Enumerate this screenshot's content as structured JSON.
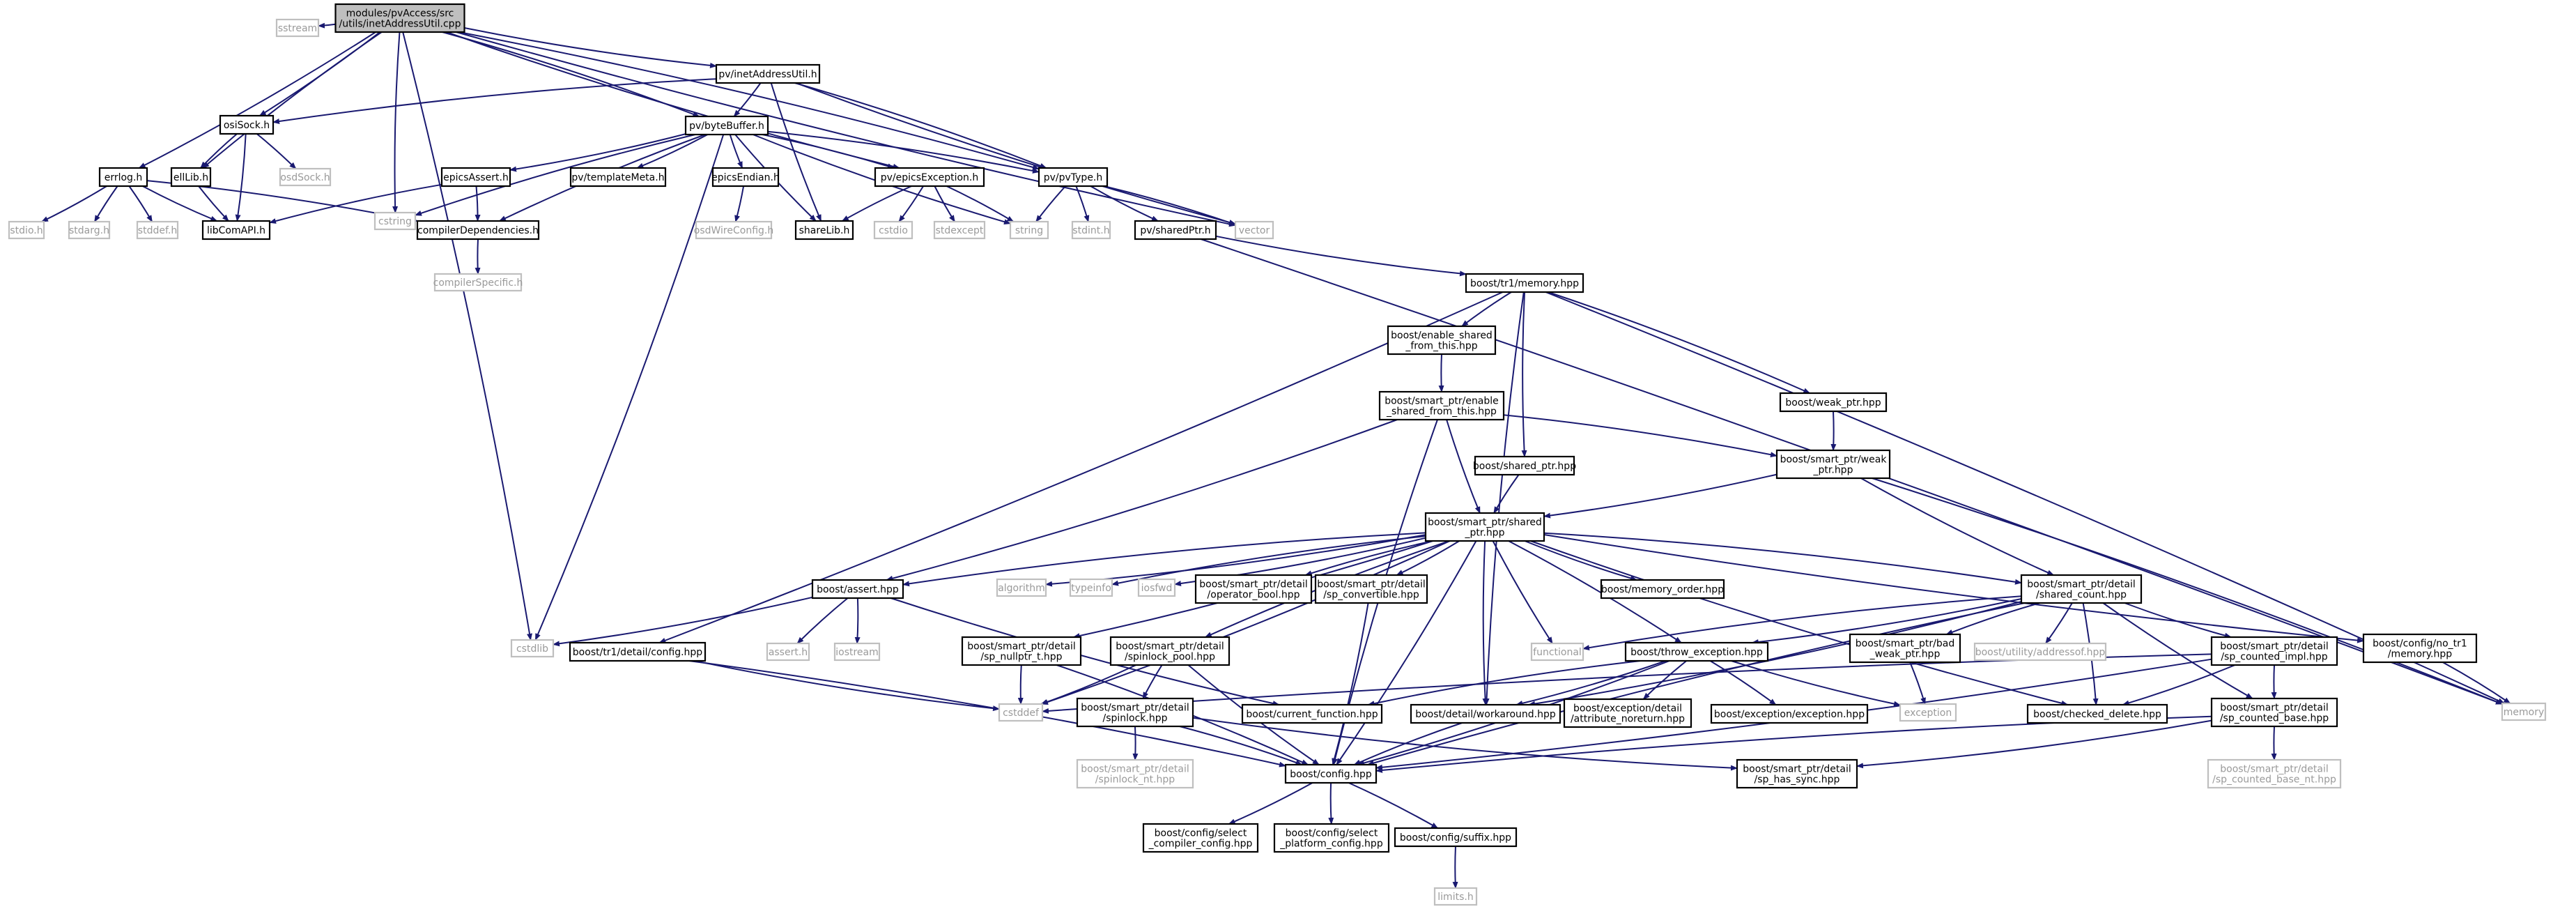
{
  "colors": {
    "edge": "#191970",
    "border": "#000000",
    "border_dim": "#bfbfbf",
    "root_fill": "#bfbfbf",
    "node_fill": "#ffffff",
    "text": "#000000",
    "text_dim": "#9a9a9a"
  },
  "nodes": [
    {
      "id": "root",
      "label": [
        "modules/pvAccess/src",
        "/utils/inetAddressUtil.cpp"
      ],
      "style": "root"
    },
    {
      "id": "sstream",
      "label": [
        "sstream"
      ],
      "style": "plain"
    },
    {
      "id": "pvInetAddressUtil",
      "label": [
        "pv/inetAddressUtil.h"
      ],
      "style": "box"
    },
    {
      "id": "osiSock",
      "label": [
        "osiSock.h"
      ],
      "style": "box"
    },
    {
      "id": "osdSock",
      "label": [
        "osdSock.h"
      ],
      "style": "plain"
    },
    {
      "id": "ellLib",
      "label": [
        "ellLib.h"
      ],
      "style": "box"
    },
    {
      "id": "libComAPI",
      "label": [
        "libComAPI.h"
      ],
      "style": "box"
    },
    {
      "id": "errlog",
      "label": [
        "errlog.h"
      ],
      "style": "box"
    },
    {
      "id": "stdio",
      "label": [
        "stdio.h"
      ],
      "style": "plain"
    },
    {
      "id": "stdarg",
      "label": [
        "stdarg.h"
      ],
      "style": "plain"
    },
    {
      "id": "stddef",
      "label": [
        "stddef.h"
      ],
      "style": "plain"
    },
    {
      "id": "cstring",
      "label": [
        "cstring"
      ],
      "style": "plain"
    },
    {
      "id": "pvByteBuffer",
      "label": [
        "pv/byteBuffer.h"
      ],
      "style": "box"
    },
    {
      "id": "epicsAssert",
      "label": [
        "epicsAssert.h"
      ],
      "style": "box"
    },
    {
      "id": "compilerDependencies",
      "label": [
        "compilerDependencies.h"
      ],
      "style": "box"
    },
    {
      "id": "compilerSpecific",
      "label": [
        "compilerSpecific.h"
      ],
      "style": "plain"
    },
    {
      "id": "pvTemplateMeta",
      "label": [
        "pv/templateMeta.h"
      ],
      "style": "box"
    },
    {
      "id": "epicsEndian",
      "label": [
        "epicsEndian.h"
      ],
      "style": "box"
    },
    {
      "id": "osdWireConfig",
      "label": [
        "osdWireConfig.h"
      ],
      "style": "plain"
    },
    {
      "id": "pvEpicsException",
      "label": [
        "pv/epicsException.h"
      ],
      "style": "box"
    },
    {
      "id": "shareLib",
      "label": [
        "shareLib.h"
      ],
      "style": "box"
    },
    {
      "id": "cstdio",
      "label": [
        "cstdio"
      ],
      "style": "plain"
    },
    {
      "id": "stdexcept",
      "label": [
        "stdexcept"
      ],
      "style": "plain"
    },
    {
      "id": "pvPvType",
      "label": [
        "pv/pvType.h"
      ],
      "style": "box"
    },
    {
      "id": "string",
      "label": [
        "string"
      ],
      "style": "plain"
    },
    {
      "id": "stdint",
      "label": [
        "stdint.h"
      ],
      "style": "plain"
    },
    {
      "id": "pvSharedPtr",
      "label": [
        "pv/sharedPtr.h"
      ],
      "style": "box"
    },
    {
      "id": "vector",
      "label": [
        "vector"
      ],
      "style": "plain"
    },
    {
      "id": "boostTr1Memory",
      "label": [
        "boost/tr1/memory.hpp"
      ],
      "style": "box"
    },
    {
      "id": "boostEnableShared",
      "label": [
        "boost/enable_shared",
        "_from_this.hpp"
      ],
      "style": "box"
    },
    {
      "id": "boostSpEnableShared",
      "label": [
        "boost/smart_ptr/enable",
        "_shared_from_this.hpp"
      ],
      "style": "box"
    },
    {
      "id": "boostWeakPtr",
      "label": [
        "boost/weak_ptr.hpp"
      ],
      "style": "box"
    },
    {
      "id": "boostSharedPtr",
      "label": [
        "boost/shared_ptr.hpp"
      ],
      "style": "box"
    },
    {
      "id": "boostSpWeakPtr",
      "label": [
        "boost/smart_ptr/weak",
        "_ptr.hpp"
      ],
      "style": "box"
    },
    {
      "id": "boostSpSharedPtr",
      "label": [
        "boost/smart_ptr/shared",
        "_ptr.hpp"
      ],
      "style": "box"
    },
    {
      "id": "boostAssert",
      "label": [
        "boost/assert.hpp"
      ],
      "style": "box"
    },
    {
      "id": "algorithm",
      "label": [
        "algorithm"
      ],
      "style": "plain"
    },
    {
      "id": "typeinfo",
      "label": [
        "typeinfo"
      ],
      "style": "plain"
    },
    {
      "id": "iosfwd",
      "label": [
        "iosfwd"
      ],
      "style": "plain"
    },
    {
      "id": "boostOperatorBool",
      "label": [
        "boost/smart_ptr/detail",
        "/operator_bool.hpp"
      ],
      "style": "box"
    },
    {
      "id": "boostSpConvertible",
      "label": [
        "boost/smart_ptr/detail",
        "/sp_convertible.hpp"
      ],
      "style": "box"
    },
    {
      "id": "boostMemoryOrder",
      "label": [
        "boost/memory_order.hpp"
      ],
      "style": "box"
    },
    {
      "id": "boostSharedCount",
      "label": [
        "boost/smart_ptr/detail",
        "/shared_count.hpp"
      ],
      "style": "box"
    },
    {
      "id": "boostConfigNoTr1",
      "label": [
        "boost/config/no_tr1",
        "/memory.hpp"
      ],
      "style": "box"
    },
    {
      "id": "memory",
      "label": [
        "memory"
      ],
      "style": "plain"
    },
    {
      "id": "cstdlib",
      "label": [
        "cstdlib"
      ],
      "style": "plain"
    },
    {
      "id": "boostTr1Config",
      "label": [
        "boost/tr1/detail/config.hpp"
      ],
      "style": "box"
    },
    {
      "id": "assertH",
      "label": [
        "assert.h"
      ],
      "style": "plain"
    },
    {
      "id": "iostream",
      "label": [
        "iostream"
      ],
      "style": "plain"
    },
    {
      "id": "boostSpNullptr",
      "label": [
        "boost/smart_ptr/detail",
        "/sp_nullptr_t.hpp"
      ],
      "style": "box"
    },
    {
      "id": "boostSpinlockPool",
      "label": [
        "boost/smart_ptr/detail",
        "/spinlock_pool.hpp"
      ],
      "style": "box"
    },
    {
      "id": "boostSpinlock",
      "label": [
        "boost/smart_ptr/detail",
        "/spinlock.hpp"
      ],
      "style": "box"
    },
    {
      "id": "boostSpinlockNt",
      "label": [
        "boost/smart_ptr/detail",
        "/spinlock_nt.hpp"
      ],
      "style": "plain"
    },
    {
      "id": "cstddef",
      "label": [
        "cstddef"
      ],
      "style": "plain"
    },
    {
      "id": "functional",
      "label": [
        "functional"
      ],
      "style": "plain"
    },
    {
      "id": "boostThrowException",
      "label": [
        "boost/throw_exception.hpp"
      ],
      "style": "box"
    },
    {
      "id": "boostCurrentFunction",
      "label": [
        "boost/current_function.hpp"
      ],
      "style": "box"
    },
    {
      "id": "boostDetailWorkaround",
      "label": [
        "boost/detail/workaround.hpp"
      ],
      "style": "box"
    },
    {
      "id": "boostExceptionAttr",
      "label": [
        "boost/exception/detail",
        "/attribute_noreturn.hpp"
      ],
      "style": "box"
    },
    {
      "id": "boostExceptionException",
      "label": [
        "boost/exception/exception.hpp"
      ],
      "style": "box"
    },
    {
      "id": "boostSpBadWeakPtr",
      "label": [
        "boost/smart_ptr/bad",
        "_weak_ptr.hpp"
      ],
      "style": "box"
    },
    {
      "id": "exception",
      "label": [
        "exception"
      ],
      "style": "plain"
    },
    {
      "id": "boostUtilityAddressof",
      "label": [
        "boost/utility/addressof.hpp"
      ],
      "style": "plain"
    },
    {
      "id": "boostSpCountedImpl",
      "label": [
        "boost/smart_ptr/detail",
        "/sp_counted_impl.hpp"
      ],
      "style": "box"
    },
    {
      "id": "boostCheckedDelete",
      "label": [
        "boost/checked_delete.hpp"
      ],
      "style": "box"
    },
    {
      "id": "boostSpCountedBase",
      "label": [
        "boost/smart_ptr/detail",
        "/sp_counted_base.hpp"
      ],
      "style": "box"
    },
    {
      "id": "boostSpCountedBaseNt",
      "label": [
        "boost/smart_ptr/detail",
        "/sp_counted_base_nt.hpp"
      ],
      "style": "plain"
    },
    {
      "id": "boostSpHasSync",
      "label": [
        "boost/smart_ptr/detail",
        "/sp_has_sync.hpp"
      ],
      "style": "box"
    },
    {
      "id": "boostConfig",
      "label": [
        "boost/config.hpp"
      ],
      "style": "box"
    },
    {
      "id": "boostSelectCompiler",
      "label": [
        "boost/config/select",
        "_compiler_config.hpp"
      ],
      "style": "box"
    },
    {
      "id": "boostSelectPlatform",
      "label": [
        "boost/config/select",
        "_platform_config.hpp"
      ],
      "style": "box"
    },
    {
      "id": "boostSuffix",
      "label": [
        "boost/config/suffix.hpp"
      ],
      "style": "box"
    },
    {
      "id": "limits",
      "label": [
        "limits.h"
      ],
      "style": "plain"
    }
  ],
  "edges": [
    [
      "root",
      "sstream"
    ],
    [
      "root",
      "pvInetAddressUtil"
    ],
    [
      "root",
      "osiSock"
    ],
    [
      "root",
      "ellLib"
    ],
    [
      "root",
      "errlog"
    ],
    [
      "root",
      "cstring"
    ],
    [
      "root",
      "pvByteBuffer"
    ],
    [
      "root",
      "pvEpicsException"
    ],
    [
      "root",
      "pvPvType"
    ],
    [
      "root",
      "vector"
    ],
    [
      "root",
      "cstdlib"
    ],
    [
      "pvInetAddressUtil",
      "osiSock"
    ],
    [
      "pvInetAddressUtil",
      "pvByteBuffer"
    ],
    [
      "pvInetAddressUtil",
      "shareLib"
    ],
    [
      "pvInetAddressUtil",
      "pvPvType"
    ],
    [
      "pvInetAddressUtil",
      "vector"
    ],
    [
      "osiSock",
      "osdSock"
    ],
    [
      "osiSock",
      "ellLib"
    ],
    [
      "osiSock",
      "libComAPI"
    ],
    [
      "ellLib",
      "libComAPI"
    ],
    [
      "errlog",
      "stdio"
    ],
    [
      "errlog",
      "stdarg"
    ],
    [
      "errlog",
      "stddef"
    ],
    [
      "errlog",
      "libComAPI"
    ],
    [
      "errlog",
      "compilerDependencies"
    ],
    [
      "pvByteBuffer",
      "cstring"
    ],
    [
      "pvByteBuffer",
      "epicsAssert"
    ],
    [
      "pvByteBuffer",
      "compilerDependencies"
    ],
    [
      "pvByteBuffer",
      "pvTemplateMeta"
    ],
    [
      "pvByteBuffer",
      "epicsEndian"
    ],
    [
      "pvByteBuffer",
      "pvEpicsException"
    ],
    [
      "pvByteBuffer",
      "shareLib"
    ],
    [
      "pvByteBuffer",
      "pvPvType"
    ],
    [
      "pvByteBuffer",
      "string"
    ],
    [
      "pvByteBuffer",
      "cstdlib"
    ],
    [
      "epicsAssert",
      "libComAPI"
    ],
    [
      "epicsAssert",
      "compilerDependencies"
    ],
    [
      "compilerDependencies",
      "compilerSpecific"
    ],
    [
      "epicsEndian",
      "osdWireConfig"
    ],
    [
      "pvEpicsException",
      "shareLib"
    ],
    [
      "pvEpicsException",
      "cstdio"
    ],
    [
      "pvEpicsException",
      "stdexcept"
    ],
    [
      "pvEpicsException",
      "string"
    ],
    [
      "pvPvType",
      "string"
    ],
    [
      "pvPvType",
      "stdint"
    ],
    [
      "pvPvType",
      "pvSharedPtr"
    ],
    [
      "pvPvType",
      "vector"
    ],
    [
      "pvSharedPtr",
      "boostTr1Memory"
    ],
    [
      "pvSharedPtr",
      "memory"
    ],
    [
      "boostTr1Memory",
      "boostEnableShared"
    ],
    [
      "boostTr1Memory",
      "boostWeakPtr"
    ],
    [
      "boostTr1Memory",
      "boostSharedPtr"
    ],
    [
      "boostTr1Memory",
      "boostTr1Config"
    ],
    [
      "boostTr1Memory",
      "boostDetailWorkaround"
    ],
    [
      "boostTr1Memory",
      "memory"
    ],
    [
      "boostEnableShared",
      "boostSpEnableShared"
    ],
    [
      "boostSpEnableShared",
      "boostSpWeakPtr"
    ],
    [
      "boostSpEnableShared",
      "boostSpSharedPtr"
    ],
    [
      "boostSpEnableShared",
      "boostAssert"
    ],
    [
      "boostSpEnableShared",
      "boostConfig"
    ],
    [
      "boostWeakPtr",
      "boostSpWeakPtr"
    ],
    [
      "boostSharedPtr",
      "boostSpSharedPtr"
    ],
    [
      "boostSpWeakPtr",
      "boostSpSharedPtr"
    ],
    [
      "boostSpWeakPtr",
      "boostSharedCount"
    ],
    [
      "boostSpWeakPtr",
      "memory"
    ],
    [
      "boostSpSharedPtr",
      "boostAssert"
    ],
    [
      "boostSpSharedPtr",
      "algorithm"
    ],
    [
      "boostSpSharedPtr",
      "typeinfo"
    ],
    [
      "boostSpSharedPtr",
      "iosfwd"
    ],
    [
      "boostSpSharedPtr",
      "boostOperatorBool"
    ],
    [
      "boostSpSharedPtr",
      "boostSpConvertible"
    ],
    [
      "boostSpSharedPtr",
      "boostMemoryOrder"
    ],
    [
      "boostSpSharedPtr",
      "boostSharedCount"
    ],
    [
      "boostSpSharedPtr",
      "boostConfigNoTr1"
    ],
    [
      "boostSpSharedPtr",
      "boostSpNullptr"
    ],
    [
      "boostSpSharedPtr",
      "boostSpinlockPool"
    ],
    [
      "boostSpSharedPtr",
      "cstddef"
    ],
    [
      "boostSpSharedPtr",
      "functional"
    ],
    [
      "boostSpSharedPtr",
      "boostThrowException"
    ],
    [
      "boostSpSharedPtr",
      "boostDetailWorkaround"
    ],
    [
      "boostSpSharedPtr",
      "boostConfig"
    ],
    [
      "boostSpSharedPtr",
      "boostCheckedDelete"
    ],
    [
      "boostAssert",
      "cstdlib"
    ],
    [
      "boostAssert",
      "assertH"
    ],
    [
      "boostAssert",
      "iostream"
    ],
    [
      "boostAssert",
      "boostCurrentFunction"
    ],
    [
      "boostSpConvertible",
      "boostConfig"
    ],
    [
      "boostSharedCount",
      "functional"
    ],
    [
      "boostSharedCount",
      "boostThrowException"
    ],
    [
      "boostSharedCount",
      "boostSpBadWeakPtr"
    ],
    [
      "boostSharedCount",
      "boostUtilityAddressof"
    ],
    [
      "boostSharedCount",
      "boostSpCountedImpl"
    ],
    [
      "boostSharedCount",
      "boostCheckedDelete"
    ],
    [
      "boostSharedCount",
      "boostSpCountedBase"
    ],
    [
      "boostSharedCount",
      "boostDetailWorkaround"
    ],
    [
      "boostSharedCount",
      "boostConfig"
    ],
    [
      "boostConfigNoTr1",
      "memory"
    ],
    [
      "boostTr1Config",
      "cstddef"
    ],
    [
      "boostTr1Config",
      "boostConfig"
    ],
    [
      "boostSpNullptr",
      "cstddef"
    ],
    [
      "boostSpNullptr",
      "boostConfig"
    ],
    [
      "boostSpinlockPool",
      "boostSpinlock"
    ],
    [
      "boostSpinlockPool",
      "cstddef"
    ],
    [
      "boostSpinlockPool",
      "boostConfig"
    ],
    [
      "boostSpinlock",
      "boostSpinlockNt"
    ],
    [
      "boostSpinlock",
      "boostSpHasSync"
    ],
    [
      "boostSpinlock",
      "boostConfig"
    ],
    [
      "boostThrowException",
      "boostCurrentFunction"
    ],
    [
      "boostThrowException",
      "boostDetailWorkaround"
    ],
    [
      "boostThrowException",
      "boostExceptionAttr"
    ],
    [
      "boostThrowException",
      "boostExceptionException"
    ],
    [
      "boostThrowException",
      "exception"
    ],
    [
      "boostThrowException",
      "boostConfig"
    ],
    [
      "boostDetailWorkaround",
      "boostConfig"
    ],
    [
      "boostSpBadWeakPtr",
      "exception"
    ],
    [
      "boostSpCountedImpl",
      "boostSpCountedBase"
    ],
    [
      "boostSpCountedImpl",
      "boostCheckedDelete"
    ],
    [
      "boostSpCountedImpl",
      "cstddef"
    ],
    [
      "boostSpCountedImpl",
      "boostConfig"
    ],
    [
      "boostSpCountedBase",
      "boostSpCountedBaseNt"
    ],
    [
      "boostSpCountedBase",
      "boostSpHasSync"
    ],
    [
      "boostSpCountedBase",
      "boostConfig"
    ],
    [
      "boostConfig",
      "boostSelectCompiler"
    ],
    [
      "boostConfig",
      "boostSelectPlatform"
    ],
    [
      "boostConfig",
      "boostSuffix"
    ],
    [
      "boostSuffix",
      "limits"
    ]
  ]
}
